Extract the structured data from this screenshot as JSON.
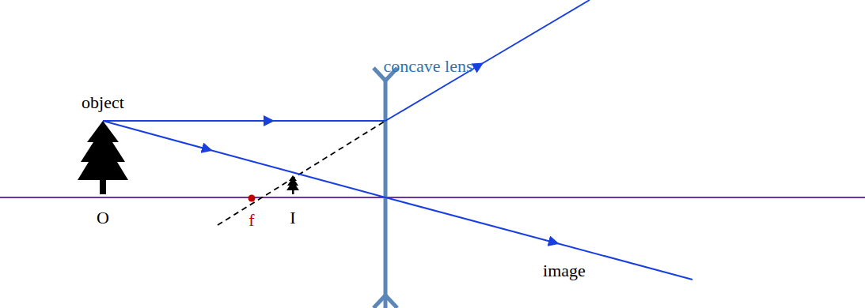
{
  "diagram": {
    "labels": [
      "concave lens",
      "object",
      "O",
      "f",
      "I",
      "image"
    ]
  }
}
